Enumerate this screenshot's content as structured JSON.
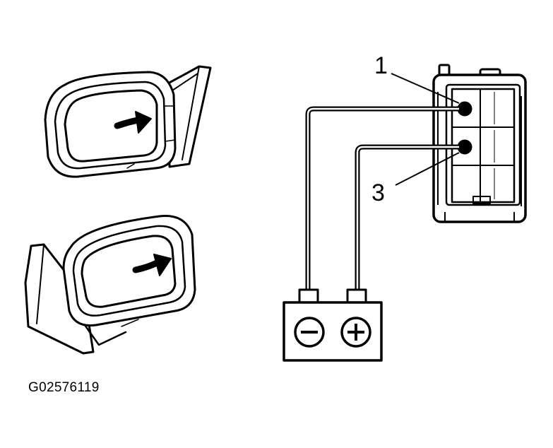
{
  "labels": {
    "pin_top": "1",
    "pin_bottom": "3"
  },
  "figure_id": "G02576119",
  "colors": {
    "line": "#000000",
    "background": "#ffffff"
  },
  "icons": {
    "battery_negative": "minus-icon",
    "battery_positive": "plus-icon",
    "mirror_arrow": "curved-arrow-icon"
  }
}
